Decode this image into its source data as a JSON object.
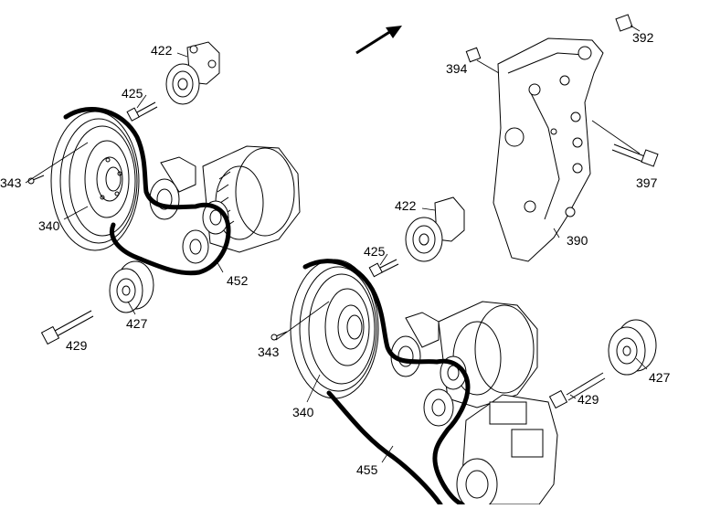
{
  "labels": {
    "p422_top": "422",
    "p425_top": "425",
    "p343_left": "343",
    "p340_left": "340",
    "p452": "452",
    "p427_left": "427",
    "p429_left": "429",
    "p392": "392",
    "p394": "394",
    "p397": "397",
    "p390": "390",
    "p422_mid": "422",
    "p425_mid": "425",
    "p343_mid": "343",
    "p340_mid": "340",
    "p427_right": "427",
    "p429_right": "429",
    "p455": "455"
  }
}
